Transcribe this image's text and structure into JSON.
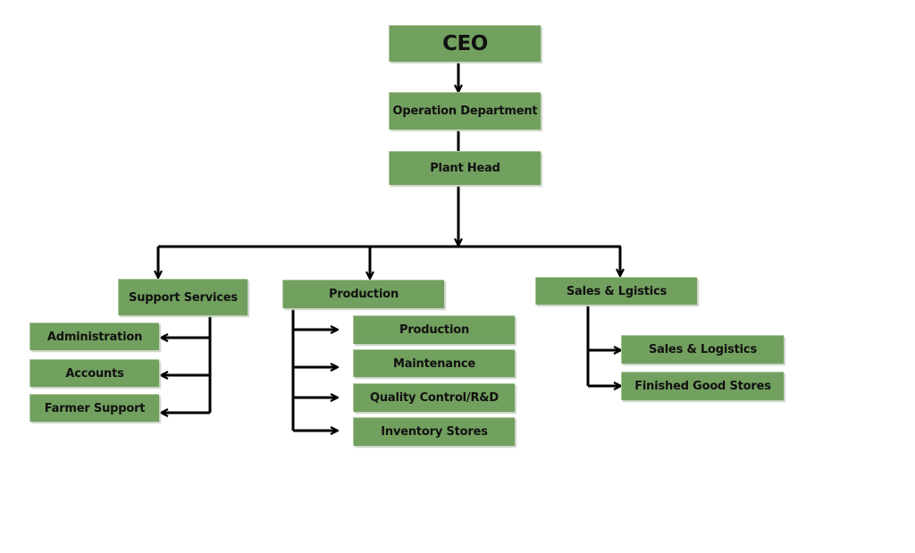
{
  "chart": {
    "root": {
      "id": "ceo",
      "label": "CEO"
    },
    "operation": {
      "id": "operation-department",
      "label": "Operation Department"
    },
    "plant_head": {
      "id": "plant-head",
      "label": "Plant Head"
    },
    "departments": [
      {
        "id": "support-services",
        "label": "Support Services",
        "children": [
          "Administration",
          "Accounts",
          "Farmer Support"
        ]
      },
      {
        "id": "production",
        "label": "Production",
        "children": [
          "Production",
          "Maintenance",
          "Quality Control/R&D",
          "Inventory Stores"
        ]
      },
      {
        "id": "sales-logistics",
        "label": "Sales & Lgistics",
        "children": [
          "Sales & Logistics",
          "Finished Good Stores"
        ]
      }
    ]
  },
  "colors": {
    "box_fill": "#72a05f",
    "text": "#111111",
    "connector": "#000000"
  }
}
